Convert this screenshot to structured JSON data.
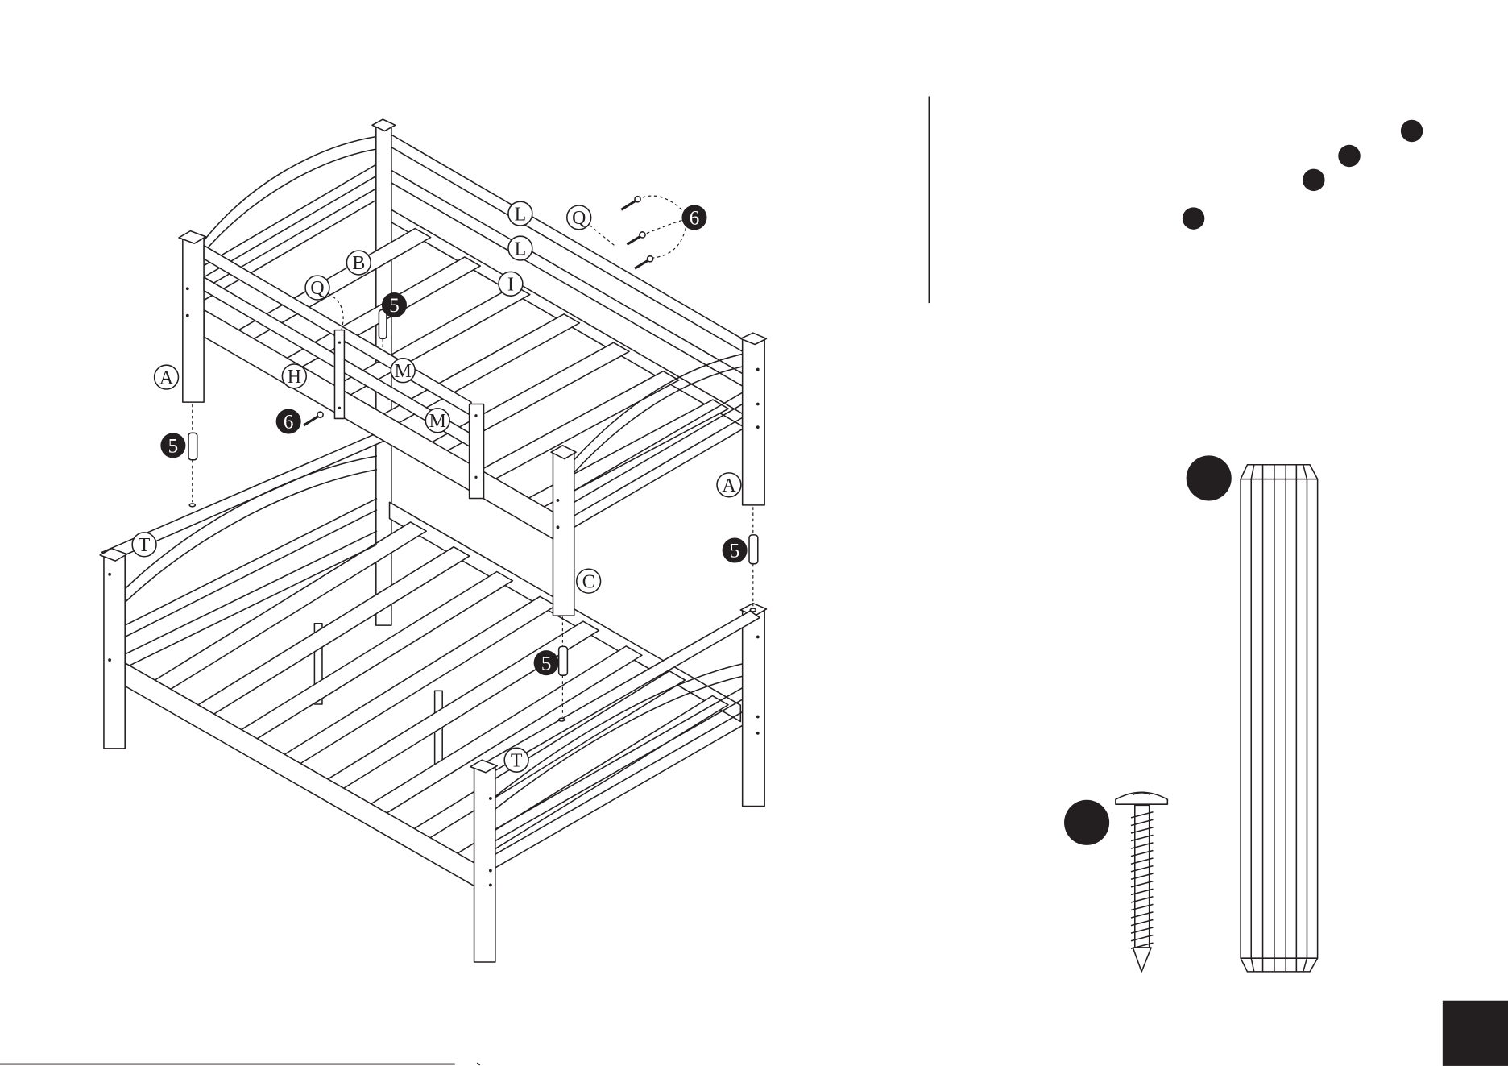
{
  "page": {
    "ink_color": "#231f20",
    "background": "#ffffff"
  },
  "part_labels": [
    "L",
    "Q",
    "L",
    "B",
    "I",
    "Q",
    "A",
    "H",
    "M",
    "M",
    "A",
    "T",
    "C",
    "T"
  ],
  "hardware_labels": [
    "6",
    "5",
    "6",
    "5",
    "5",
    "5"
  ],
  "hardware_icons": [
    "dowel-icon",
    "screw-icon"
  ]
}
